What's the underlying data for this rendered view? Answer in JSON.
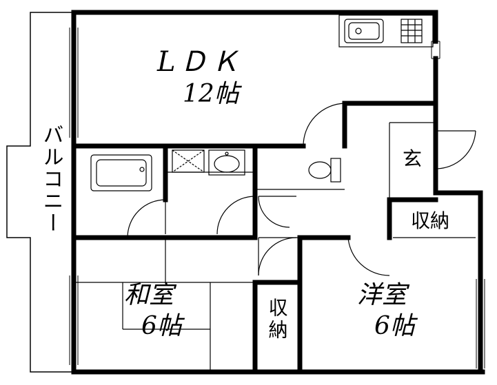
{
  "rooms": {
    "ldk": {
      "name": "LＤＫ",
      "size": "12帖"
    },
    "washitsu": {
      "name": "和室",
      "size": "6帖"
    },
    "youshitsu": {
      "name": "洋室",
      "size": "6帖"
    },
    "genkan": {
      "name": "玄"
    },
    "storage_right": {
      "name": "収納"
    },
    "storage_center": {
      "name": "収納"
    },
    "balcony": {
      "name": "バルコニー"
    }
  }
}
